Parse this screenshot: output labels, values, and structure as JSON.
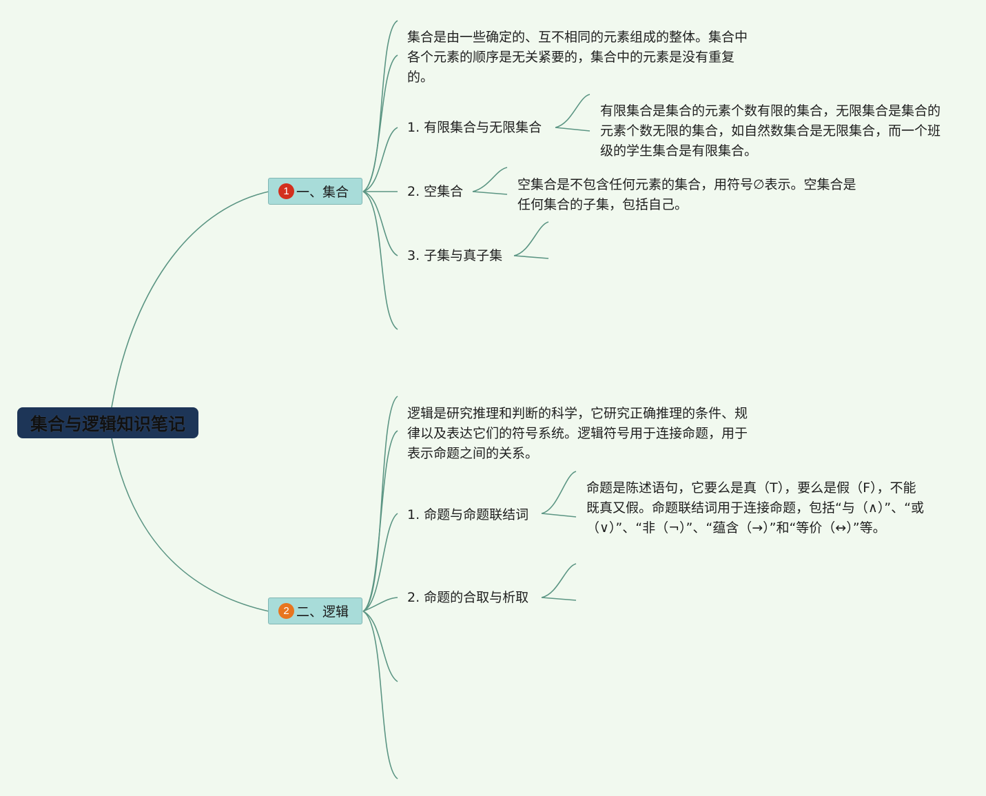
{
  "root": {
    "title": "集合与逻辑知识笔记"
  },
  "branches": [
    {
      "badge": "1",
      "label": "一、集合",
      "intro": "集合是由一些确定的、互不相同的元素组成的整体。集合中各个元素的顺序是无关紧要的，集合中的元素是没有重复的。",
      "children": [
        {
          "label": "1. 有限集合与无限集合",
          "note": "有限集合是集合的元素个数有限的集合，无限集合是集合的元素个数无限的集合，如自然数集合是无限集合，而一个班级的学生集合是有限集合。"
        },
        {
          "label": "2. 空集合",
          "note": "空集合是不包含任何元素的集合，用符号∅表示。空集合是任何集合的子集，包括自己。"
        },
        {
          "label": "3. 子集与真子集",
          "note": ""
        }
      ]
    },
    {
      "badge": "2",
      "label": "二、逻辑",
      "intro": "逻辑是研究推理和判断的科学，它研究正确推理的条件、规律以及表达它们的符号系统。逻辑符号用于连接命题，用于表示命题之间的关系。",
      "children": [
        {
          "label": "1. 命题与命题联结词",
          "note": "命题是陈述语句，它要么是真（T），要么是假（F），不能既真又假。命题联结词用于连接命题，包括“与（∧）”、“或（∨）”、“非（¬）”、“蕴含（→）”和“等价（↔）”等。"
        },
        {
          "label": "2. 命题的合取与析取",
          "note": ""
        }
      ]
    }
  ],
  "colors": {
    "background": "#f1f9ef",
    "edge": "#5b9583",
    "root_fill": "#1d3557",
    "branch_fill": "#a8dcd9",
    "badge1": "#d32f1e",
    "badge2": "#e8751f"
  }
}
